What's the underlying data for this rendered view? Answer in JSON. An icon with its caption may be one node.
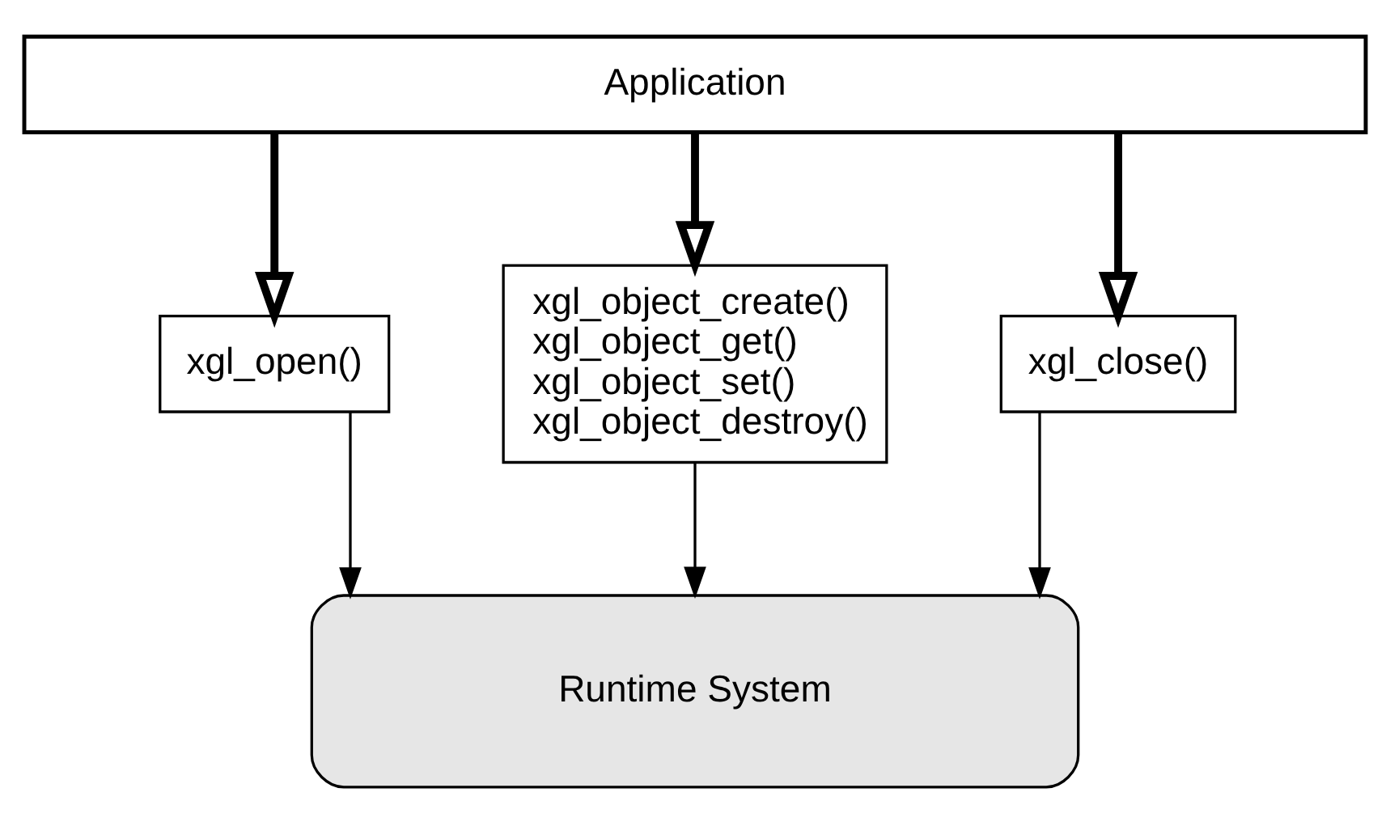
{
  "diagram": {
    "nodes": [
      {
        "text": [
          "Application"
        ]
      },
      {
        "text": [
          "xgl_open()"
        ]
      },
      {
        "text": [
          "xgl_object_create()",
          "xgl_object_get()",
          "xgl_object_set()",
          "xgl_object_destroy()"
        ]
      },
      {
        "text": [
          "xgl_close()"
        ]
      },
      {
        "text": [
          "Runtime System"
        ]
      }
    ],
    "edges": [
      {
        "from": 0,
        "to": 1,
        "arrow": "to",
        "style": "thick"
      },
      {
        "from": 0,
        "to": 2,
        "arrow": "to",
        "style": "thick"
      },
      {
        "from": 0,
        "to": 3,
        "arrow": "to",
        "style": "thick"
      },
      {
        "from": 1,
        "to": 4,
        "arrow": "to"
      },
      {
        "from": 2,
        "to": 4,
        "arrow": "to"
      },
      {
        "from": 3,
        "to": 4,
        "arrow": "to"
      }
    ]
  }
}
